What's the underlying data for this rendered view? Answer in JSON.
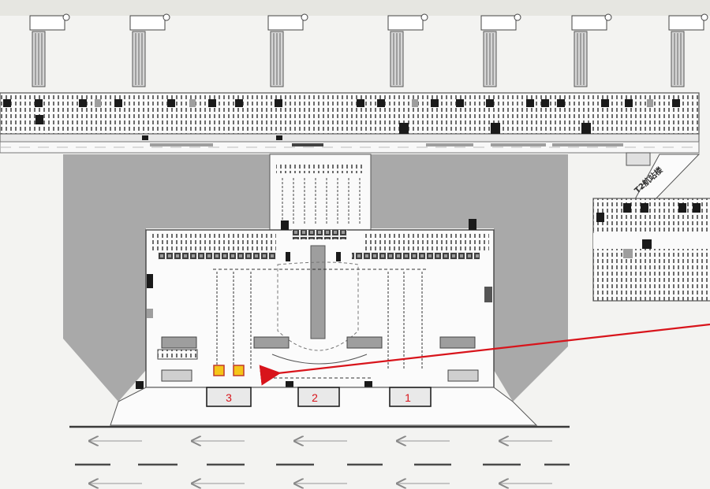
{
  "map": {
    "gates": [
      {
        "number": "1"
      },
      {
        "number": "2"
      },
      {
        "number": "3"
      }
    ],
    "t2_label": "T2航站楼",
    "pointer_arrow_color": "#d8141b",
    "highlight_color": "#f5c518",
    "apron_color": "#a9a9a9",
    "ground_color": "#f3f3f1"
  }
}
